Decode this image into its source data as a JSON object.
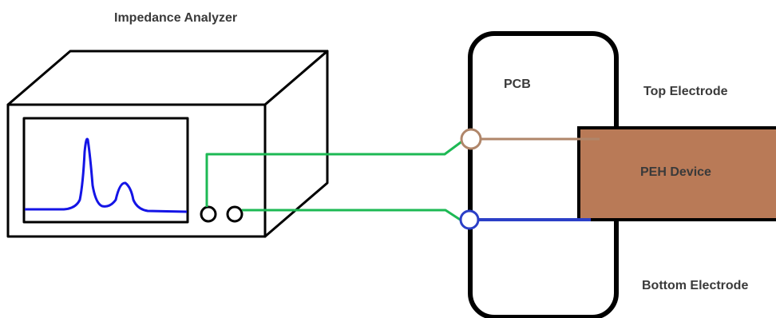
{
  "diagram": {
    "labels": {
      "analyzer": "Impedance Analyzer",
      "pcb": "PCB",
      "top_electrode": "Top Electrode",
      "peh_device": "PEH Device",
      "bottom_electrode": "Bottom Electrode"
    },
    "colors": {
      "outline": "#000000",
      "green_wire": "#1db954",
      "brown_wire": "#b0866a",
      "blue_wire": "#2b3fc7",
      "device_fill": "#b97a57",
      "spectrum_trace": "#1414e6"
    }
  }
}
